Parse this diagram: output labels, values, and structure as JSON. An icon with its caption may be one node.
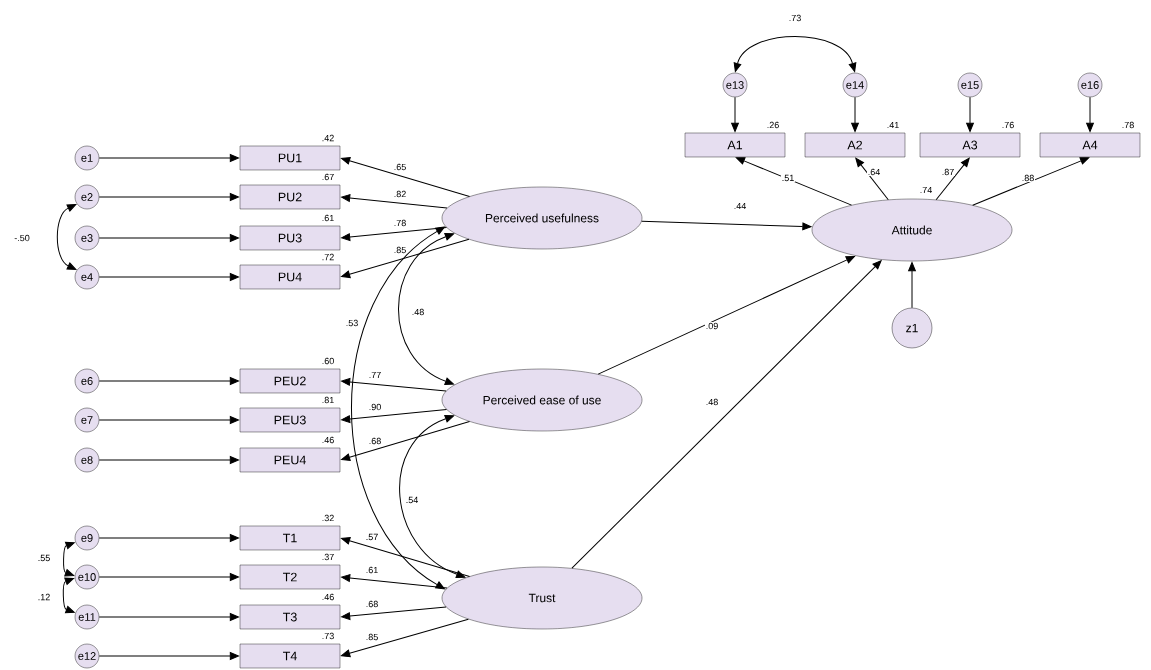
{
  "diagram": {
    "nodes": [
      {
        "text": [
          "e1"
        ]
      },
      {
        "text": [
          "e2"
        ]
      },
      {
        "text": [
          "e3"
        ]
      },
      {
        "text": [
          "e4"
        ]
      },
      {
        "text": [
          "PU1"
        ],
        "beside": [
          ".42"
        ]
      },
      {
        "text": [
          "PU2"
        ],
        "beside": [
          ".67"
        ]
      },
      {
        "text": [
          "PU3"
        ],
        "beside": [
          ".61"
        ]
      },
      {
        "text": [
          "PU4"
        ],
        "beside": [
          ".72"
        ]
      },
      {
        "text": [
          "Perceived usefulness"
        ]
      },
      {
        "text": [
          "e6"
        ]
      },
      {
        "text": [
          "e7"
        ]
      },
      {
        "text": [
          "e8"
        ]
      },
      {
        "text": [
          "PEU2"
        ],
        "beside": [
          ".60"
        ]
      },
      {
        "text": [
          "PEU3"
        ],
        "beside": [
          ".81"
        ]
      },
      {
        "text": [
          "PEU4"
        ],
        "beside": [
          ".46"
        ]
      },
      {
        "text": [
          "Perceived ease of use"
        ]
      },
      {
        "text": [
          "e9"
        ]
      },
      {
        "text": [
          "e10"
        ]
      },
      {
        "text": [
          "e11"
        ]
      },
      {
        "text": [
          "e12"
        ]
      },
      {
        "text": [
          "T1"
        ],
        "beside": [
          ".32"
        ]
      },
      {
        "text": [
          "T2"
        ],
        "beside": [
          ".37"
        ]
      },
      {
        "text": [
          "T3"
        ],
        "beside": [
          ".46"
        ]
      },
      {
        "text": [
          "T4"
        ],
        "beside": [
          ".73"
        ]
      },
      {
        "text": [
          "Trust"
        ]
      },
      {
        "text": [
          "e13"
        ]
      },
      {
        "text": [
          "e14"
        ]
      },
      {
        "text": [
          "e15"
        ]
      },
      {
        "text": [
          "e16"
        ]
      },
      {
        "text": [
          "A1"
        ],
        "beside": [
          ".26"
        ]
      },
      {
        "text": [
          "A2"
        ],
        "beside": [
          ".41"
        ]
      },
      {
        "text": [
          "A3"
        ],
        "beside": [
          ".76"
        ]
      },
      {
        "text": [
          "A4"
        ],
        "beside": [
          ".78"
        ]
      },
      {
        "text": [
          "Attitude"
        ],
        "beside": [
          ".74"
        ]
      },
      {
        "text": [
          "z1"
        ]
      }
    ],
    "edges": [
      {
        "from": 0,
        "to": 4,
        "arrow": "to"
      },
      {
        "from": 1,
        "to": 5,
        "arrow": "to"
      },
      {
        "from": 2,
        "to": 6,
        "arrow": "to"
      },
      {
        "from": 3,
        "to": 7,
        "arrow": "to"
      },
      {
        "from": 9,
        "to": 12,
        "arrow": "to"
      },
      {
        "from": 10,
        "to": 13,
        "arrow": "to"
      },
      {
        "from": 11,
        "to": 14,
        "arrow": "to"
      },
      {
        "from": 16,
        "to": 20,
        "arrow": "to"
      },
      {
        "from": 17,
        "to": 21,
        "arrow": "to"
      },
      {
        "from": 18,
        "to": 22,
        "arrow": "to"
      },
      {
        "from": 19,
        "to": 23,
        "arrow": "to"
      },
      {
        "from": 25,
        "to": 29,
        "arrow": "to"
      },
      {
        "from": 26,
        "to": 30,
        "arrow": "to"
      },
      {
        "from": 27,
        "to": 31,
        "arrow": "to"
      },
      {
        "from": 28,
        "to": 32,
        "arrow": "to"
      },
      {
        "from": 34,
        "to": 33,
        "arrow": "to"
      },
      {
        "from": 8,
        "to": 4,
        "arrow": "to",
        "label": ".65"
      },
      {
        "from": 8,
        "to": 5,
        "arrow": "to",
        "label": ".82"
      },
      {
        "from": 8,
        "to": 6,
        "arrow": "to",
        "label": ".78"
      },
      {
        "from": 8,
        "to": 7,
        "arrow": "to",
        "label": ".85"
      },
      {
        "from": 15,
        "to": 12,
        "arrow": "to",
        "label": ".77"
      },
      {
        "from": 15,
        "to": 13,
        "arrow": "to",
        "label": ".90"
      },
      {
        "from": 15,
        "to": 14,
        "arrow": "to",
        "label": ".68"
      },
      {
        "from": 24,
        "to": 20,
        "arrow": "to",
        "label": ".57"
      },
      {
        "from": 24,
        "to": 21,
        "arrow": "to",
        "label": ".61"
      },
      {
        "from": 24,
        "to": 22,
        "arrow": "to",
        "label": ".68"
      },
      {
        "from": 24,
        "to": 23,
        "arrow": "to",
        "label": ".85"
      },
      {
        "from": 33,
        "to": 29,
        "arrow": "to",
        "label": ".51"
      },
      {
        "from": 33,
        "to": 30,
        "arrow": "to",
        "label": ".64"
      },
      {
        "from": 33,
        "to": 31,
        "arrow": "to",
        "label": ".87"
      },
      {
        "from": 33,
        "to": 32,
        "arrow": "to",
        "label": ".88"
      },
      {
        "from": 8,
        "to": 33,
        "arrow": "to",
        "label": ".44"
      },
      {
        "from": 15,
        "to": 33,
        "arrow": "to",
        "label": ".09"
      },
      {
        "from": 24,
        "to": 33,
        "arrow": "to",
        "label": ".48"
      },
      {
        "from": 1,
        "to": 3,
        "arrow": "both",
        "label": "-.50"
      },
      {
        "from": 16,
        "to": 17,
        "arrow": "both",
        "label": ".55"
      },
      {
        "from": 17,
        "to": 18,
        "arrow": "both",
        "label": ".12"
      },
      {
        "from": 25,
        "to": 26,
        "arrow": "both",
        "label": ".73"
      },
      {
        "from": 8,
        "to": 15,
        "arrow": "both",
        "label": ".48"
      },
      {
        "from": 15,
        "to": 24,
        "arrow": "both",
        "label": ".54"
      },
      {
        "from": 8,
        "to": 24,
        "arrow": "both",
        "label": ".53"
      }
    ]
  }
}
